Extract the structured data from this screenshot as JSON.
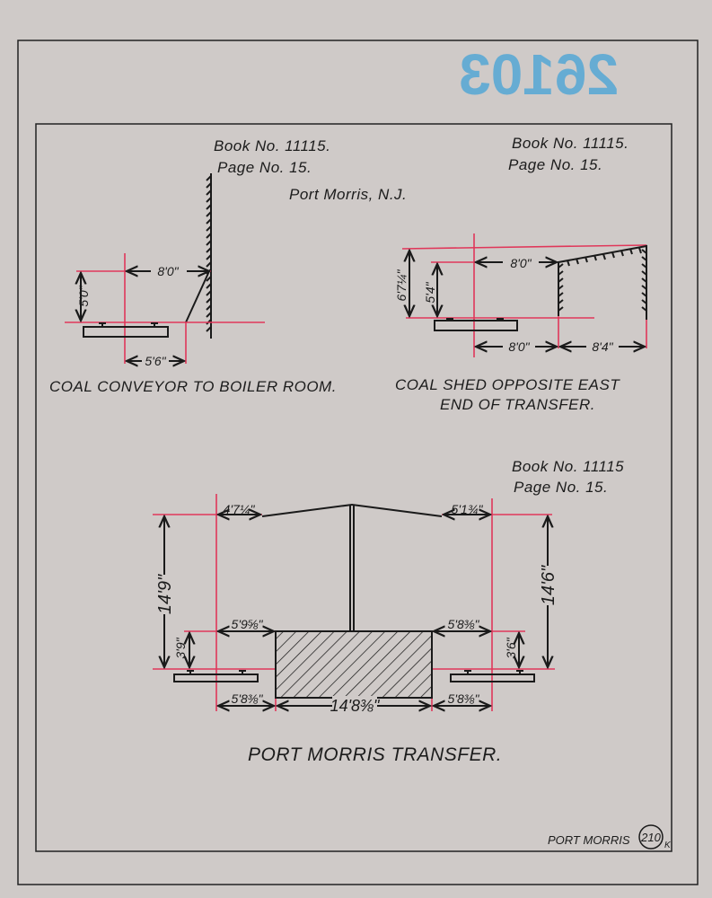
{
  "stamp": "26103",
  "location": "Port Morris, N.J.",
  "references": [
    {
      "book": "Book No. 11115.",
      "page": "Page No. 15."
    },
    {
      "book": "Book No. 11115.",
      "page": "Page No. 15."
    },
    {
      "book": "Book No. 11115",
      "page": "Page No. 15."
    }
  ],
  "drawing1": {
    "caption": "COAL CONVEYOR TO BOILER ROOM.",
    "dims": {
      "height": "5'0\"",
      "width_top": "8'0\"",
      "width_bottom": "5'6\""
    }
  },
  "drawing2": {
    "caption_line1": "COAL SHED OPPOSITE EAST",
    "caption_line2": "END OF TRANSFER.",
    "dims": {
      "outer_height": "6'7¼\"",
      "inner_height": "5'4\"",
      "top_width": "8'0\"",
      "bottom_left": "8'0\"",
      "bottom_right": "8'4\""
    }
  },
  "drawing3": {
    "caption": "PORT MORRIS TRANSFER.",
    "dims": {
      "roof_left": "4'7¼\"",
      "roof_right": "5'1¾\"",
      "height_left": "14'9\"",
      "height_right": "14'6\"",
      "platform_left": "5'9⅝\"",
      "platform_right": "5'8⅜\"",
      "rail_left": "3'9\"",
      "rail_right": "3'6\"",
      "bottom_left": "5'8⅜\"",
      "bottom_center": "14'8⅜\"",
      "bottom_right": "5'8⅜\""
    }
  },
  "footer": {
    "label": "PORT MORRIS",
    "sheet_number": "210",
    "suffix": "K"
  },
  "colors": {
    "paper": "#cfcac8",
    "ink": "#1a1a1a",
    "dimension": "#e0375a",
    "stamp": "#3aa0d8"
  }
}
